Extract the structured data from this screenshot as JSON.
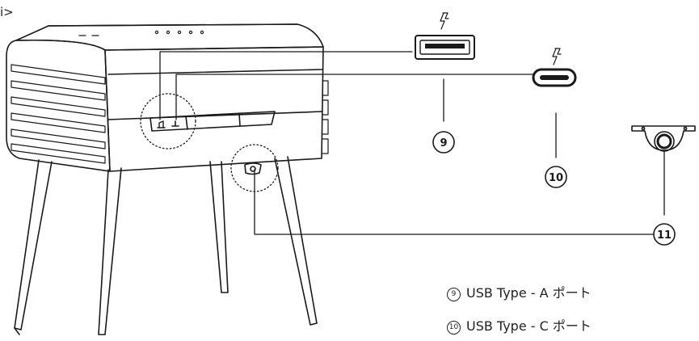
{
  "corner_text": "i>",
  "callouts": {
    "c9": "9",
    "c10": "10",
    "c11": "11"
  },
  "legend": [
    {
      "marker": "9",
      "text": "USB Type - A ポート"
    },
    {
      "marker": "10",
      "text": "USB Type - C ポート"
    }
  ],
  "icons": {
    "usb_a_power": "lightning-icon",
    "usb_c_power": "lightning-icon"
  }
}
